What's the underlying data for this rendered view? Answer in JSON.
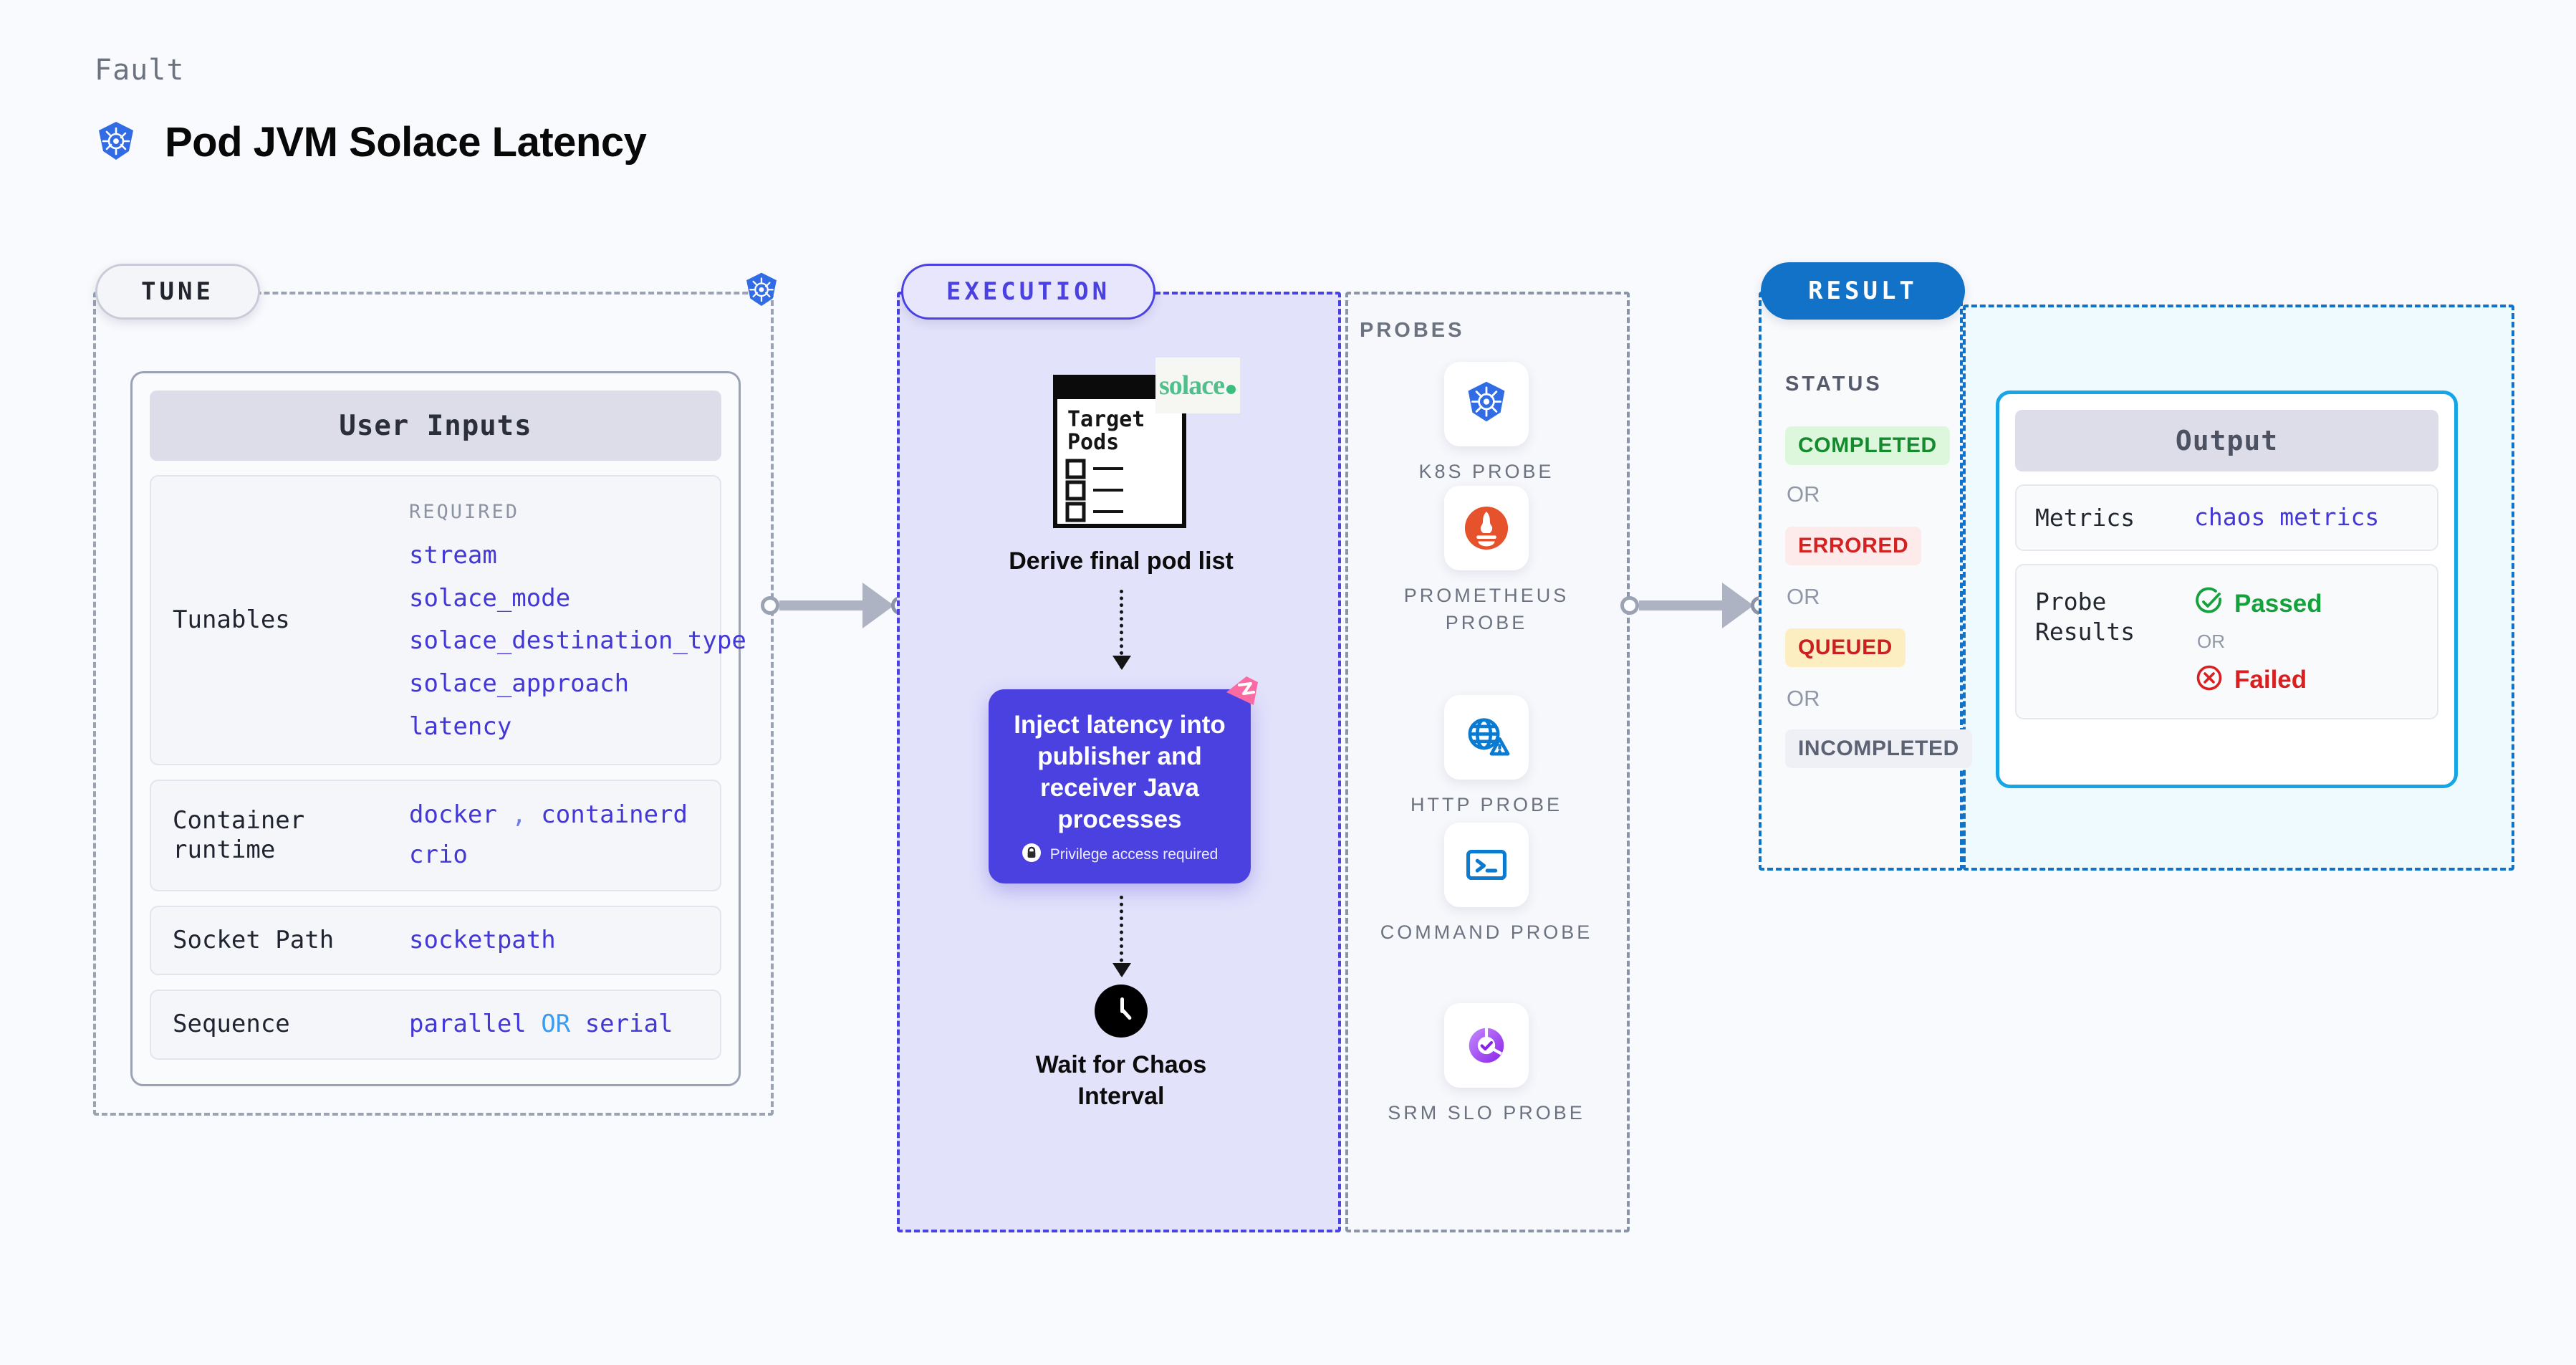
{
  "header": {
    "kicker": "Fault",
    "title": "Pod JVM Solace Latency",
    "icon": "kubernetes-icon"
  },
  "stages": {
    "tune": {
      "label": "TUNE",
      "badge_icon": "kubernetes-icon"
    },
    "execution": {
      "label": "EXECUTION"
    },
    "result": {
      "label": "RESULT"
    }
  },
  "tune": {
    "section_title": "User Inputs",
    "rows": [
      {
        "label": "Tunables",
        "required_caption": "REQUIRED",
        "values": [
          "stream",
          "solace_mode",
          "solace_destination_type",
          "solace_approach",
          "latency"
        ]
      },
      {
        "label": "Container runtime",
        "values_line1": [
          "docker",
          ",",
          "containerd"
        ],
        "values_line2": [
          "crio"
        ]
      },
      {
        "label": "Socket Path",
        "values": [
          "socketpath"
        ]
      },
      {
        "label": "Sequence",
        "value_a": "parallel",
        "separator": "OR",
        "value_b": "serial"
      }
    ]
  },
  "execution": {
    "pod_card": {
      "title_line1": "Target",
      "title_line2": "Pods",
      "brand": "solace",
      "brand_icon": "solace-dot-icon"
    },
    "step_derive_caption": "Derive final pod list",
    "inject_card": {
      "title": "Inject latency into publisher and receiver Java processes",
      "privilege_note": "Privilege access required",
      "lock_icon": "lock-icon",
      "corner_icon": "chaos-flag-icon",
      "color": "#4a41e0"
    },
    "wait_caption_line1": "Wait for Chaos",
    "wait_caption_line2": "Interval",
    "wait_icon": "clock-icon"
  },
  "probes": {
    "title": "PROBES",
    "items": [
      {
        "label": "K8S PROBE",
        "icon": "kubernetes-icon"
      },
      {
        "label": "PROMETHEUS PROBE",
        "icon": "prometheus-icon"
      },
      {
        "label": "HTTP PROBE",
        "icon": "globe-warning-icon"
      },
      {
        "label": "COMMAND PROBE",
        "icon": "terminal-icon"
      },
      {
        "label": "SRM SLO PROBE",
        "icon": "slo-donut-check-icon"
      }
    ]
  },
  "result": {
    "status_title": "STATUS",
    "or_label": "OR",
    "statuses": [
      {
        "label": "COMPLETED",
        "color": "#148c2d",
        "bg": "#ddf7dd"
      },
      {
        "label": "ERRORED",
        "color": "#d42222",
        "bg": "#fdeaea"
      },
      {
        "label": "QUEUED",
        "color": "#cc1f1f",
        "bg": "#fdeec2"
      },
      {
        "label": "INCOMPLETED",
        "color": "#5b6273",
        "bg": "#eef0f5"
      }
    ]
  },
  "output": {
    "section_title": "Output",
    "rows": [
      {
        "label": "Metrics",
        "value": "chaos metrics"
      },
      {
        "label": "Probe Results",
        "passed": "Passed",
        "or": "OR",
        "failed": "Failed",
        "passed_icon": "check-circle-icon",
        "failed_icon": "x-circle-icon"
      }
    ]
  }
}
